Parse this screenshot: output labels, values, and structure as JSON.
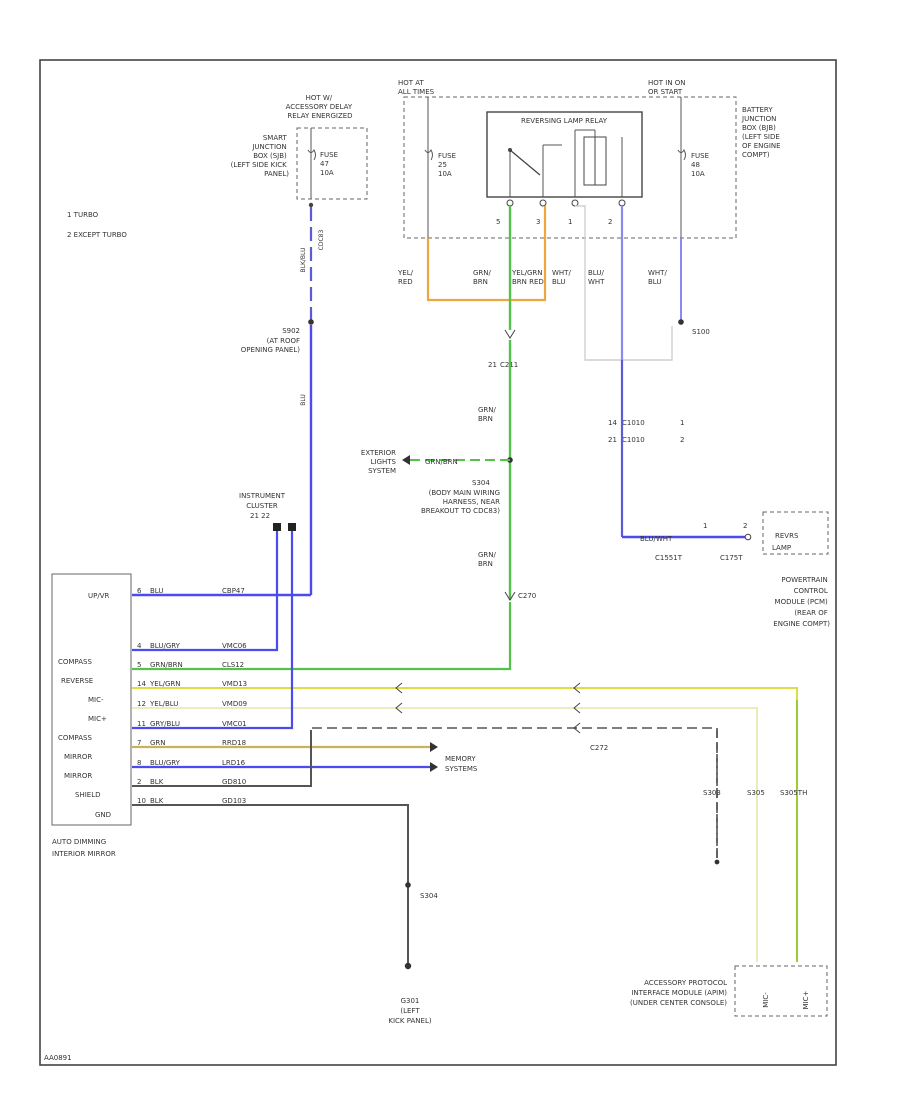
{
  "legend": {
    "turbo": "1 TURBO",
    "except_turbo": "2 EXCEPT TURBO"
  },
  "fuse_top_left": {
    "hot_label": "HOT W/ ACCESSORY DELAY RELAY ENERGIZED",
    "box_label": "SMART JUNCTION BOX (SJB) (LEFT SIDE KICK PANEL)",
    "fuse": "FUSE 47 10A",
    "wire_code": "CDC83",
    "wire_color": "BLK/BLU"
  },
  "battery_box": {
    "hot_at_all_times": "HOT AT ALL TIMES",
    "hot_in_on": "HOT IN ON OR START",
    "reversing_relay": "REVERSING LAMP RELAY",
    "label": "BATTERY JUNCTION BOX (BJB) (LEFT SIDE OF ENGINE COMPT)",
    "fuse_left": "FUSE 25 10A",
    "fuse_right": "FUSE 48 10A",
    "pins": [
      "5",
      "3",
      "1",
      "2"
    ]
  },
  "wires_top": {
    "yel_red": "YEL/ RED",
    "grn_brn": "GRN/ BRN",
    "yel_grn": "YELGRN/ BRN",
    "wht_blu": "WHT/ BLU",
    "blu_wht": "BLU/ WHT",
    "wht_blu2": "WHT/ BLU"
  },
  "splices": {
    "s902": "S902",
    "s902_desc": "(AT ROOF OPENING PANEL)",
    "s100": "S100",
    "c211": "C211",
    "c211_pin": "21",
    "s304": "S304",
    "s304_desc": "(BODY MAIN WIRING HARNESS, NEAR BREAKOUT TO CDC83)",
    "c270": "C270",
    "c1010_a": "C1010",
    "c1010_a_pin": "14",
    "c1010_b": "C1010",
    "c1010_b_pin": "21",
    "c272": "C272",
    "s303": "S303",
    "g301": "G301",
    "g301_desc": "(LEFT KICK PANEL)"
  },
  "exterior": {
    "label": "EXTERIOR LIGHTS SYSTEM",
    "wire": "GRN/BRN"
  },
  "cluster": {
    "label": "INSTRUMENT CLUSTER",
    "pins": "21 22"
  },
  "pcm": {
    "label": "POWERTRAIN CONTROL MODULE (PCM) (REAR OF ENGINE COMPT)",
    "reverse_lamp": "REVERSE LAMP",
    "conn_left": "C1551T",
    "conn_right": "C175T",
    "wire": "BLU/WHT"
  },
  "mirror": {
    "label": "AUTO DIMMING INTERIOR MIRROR",
    "pins": [
      "UP/VR",
      "COMPASS",
      "REVERSE",
      "MIC-",
      "MIC+",
      "COMPASS",
      "MIRROR",
      "MIRROR",
      "SHIELD",
      "GND"
    ],
    "wire_rows": [
      {
        "pin": "6",
        "color": "BLU",
        "code": "CBP47"
      },
      {
        "pin": "4",
        "color": "BLU/GRY",
        "code": "VMC06"
      },
      {
        "pin": "5",
        "color": "GRN/BRN",
        "code": "CLS12"
      },
      {
        "pin": "14",
        "color": "YEL/GRN",
        "code": "VMD13"
      },
      {
        "pin": "12",
        "color": "YEL/BLU",
        "code": "VMD09"
      },
      {
        "pin": "11",
        "color": "GRY/BLU",
        "code": "VMC01"
      },
      {
        "pin": "7",
        "color": "GRN",
        "code": "RRD18"
      },
      {
        "pin": "8",
        "color": "BLU/GRY",
        "code": "LRD16"
      },
      {
        "pin": "2",
        "color": "BLK",
        "code": "GD810"
      },
      {
        "pin": "10",
        "color": "BLK",
        "code": "GD103"
      }
    ]
  },
  "memory": {
    "label": "MEMORY SYSTEMS"
  },
  "apim": {
    "label": "ACCESSORY PROTOCOL INTERFACE MODULE (APIM) (UNDER CENTER CONSOLE)",
    "pins": [
      "MIC-",
      "MIC+"
    ]
  },
  "footer": {
    "code": "AA0891"
  }
}
